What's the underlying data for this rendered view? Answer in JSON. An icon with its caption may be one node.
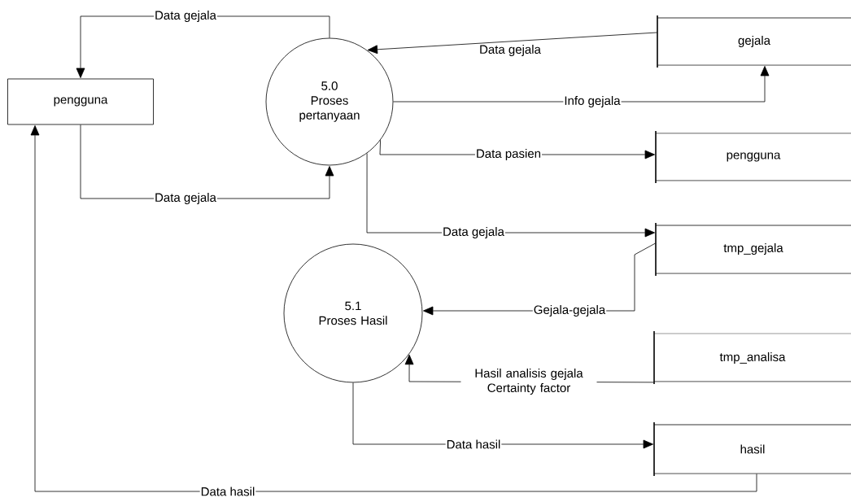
{
  "diagram": {
    "nodes": [
      {
        "text": [
          "pengguna"
        ]
      },
      {
        "text": [
          "5.0",
          "Proses pertanyaan"
        ]
      },
      {
        "text": [
          "gejala"
        ]
      },
      {
        "text": [
          "pengguna"
        ]
      },
      {
        "text": [
          "tmp_gejala"
        ]
      },
      {
        "text": [
          "5.1",
          "Proses Hasil"
        ]
      },
      {
        "text": [
          "tmp_analisa"
        ]
      },
      {
        "text": [
          "hasil"
        ]
      }
    ],
    "edges": [
      {
        "from": 1,
        "to": 0,
        "arrow": "to",
        "label": "Data gejala"
      },
      {
        "from": 0,
        "to": 1,
        "arrow": "to",
        "label": "Data gejala"
      },
      {
        "from": 2,
        "to": 1,
        "arrow": "to",
        "label": "Data gejala"
      },
      {
        "from": 1,
        "to": 2,
        "arrow": "to",
        "label": "Info gejala"
      },
      {
        "from": 1,
        "to": 3,
        "arrow": "to",
        "label": "Data pasien"
      },
      {
        "from": 1,
        "to": 4,
        "arrow": "to",
        "label": "Data gejala"
      },
      {
        "from": 4,
        "to": 5,
        "arrow": "to",
        "label": "Gejala-gejala"
      },
      {
        "from": 6,
        "to": 5,
        "arrow": "to",
        "label": "Hasil analisis gejala Certainty factor"
      },
      {
        "from": 5,
        "to": 7,
        "arrow": "to",
        "label": "Data hasil"
      },
      {
        "from": 7,
        "to": 0,
        "arrow": "to",
        "label": "Data hasil"
      }
    ]
  }
}
